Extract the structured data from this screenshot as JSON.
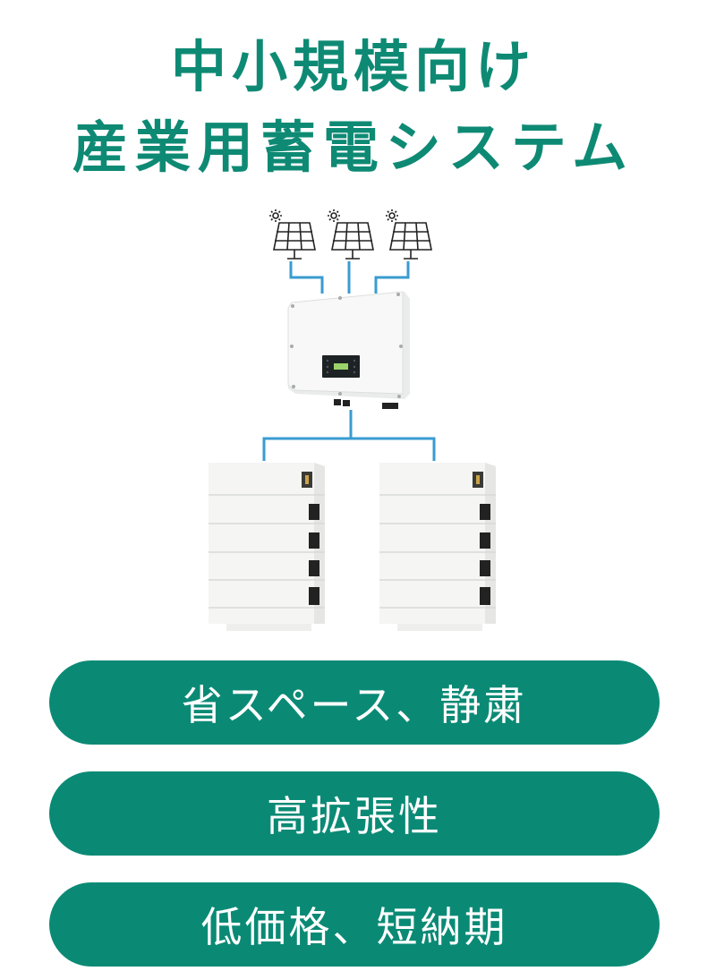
{
  "header": {
    "title_line1": "中小規模向け",
    "title_line2": "産業用蓄電システム"
  },
  "diagram": {
    "solar_panels": 3,
    "inverter": "hybrid-inverter",
    "battery_stacks": 2,
    "battery_modules_per_stack": 4,
    "line_color": "#3a9bd0"
  },
  "features": [
    {
      "label": "省スペース、静粛"
    },
    {
      "label": "高拡張性"
    },
    {
      "label": "低価格、短納期"
    }
  ],
  "colors": {
    "accent": "#0e8a74",
    "pill_bg": "#0a8a75",
    "pill_text": "#ffffff"
  }
}
